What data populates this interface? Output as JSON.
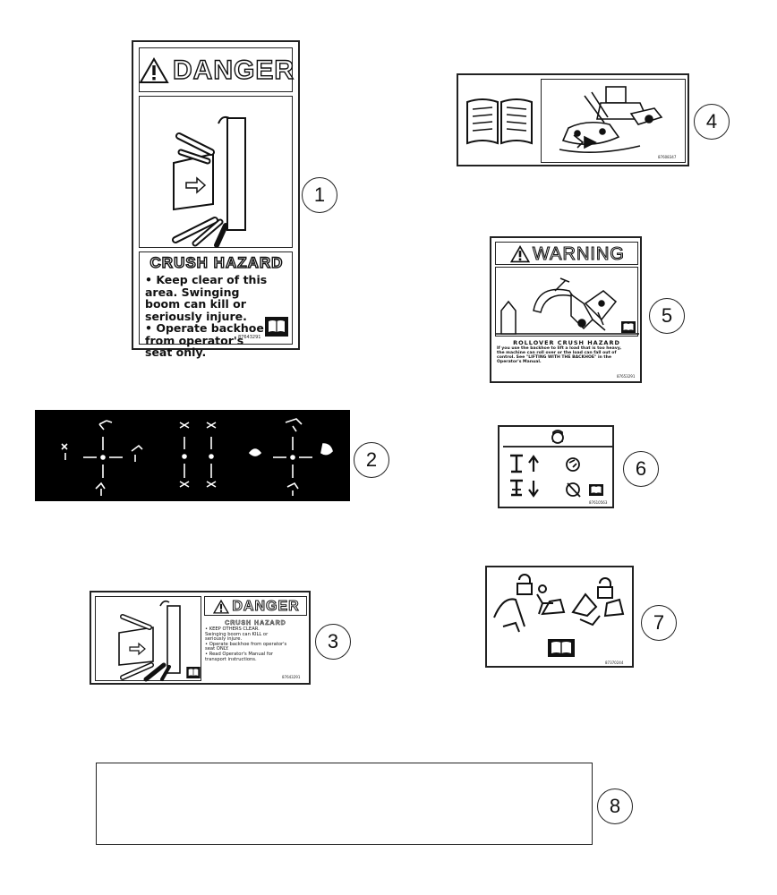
{
  "callouts": [
    "1",
    "2",
    "3",
    "4",
    "5",
    "6",
    "7",
    "8"
  ],
  "decal1": {
    "header": "DANGER",
    "title": "CRUSH HAZARD",
    "lines": [
      "• Keep clear of this",
      "  area. Swinging",
      "  boom can kill or",
      "  seriously injure.",
      "• Operate backhoe",
      "  from operator's",
      "  seat only."
    ],
    "part_no": "87643291"
  },
  "decal3": {
    "header": "DANGER",
    "title": "CRUSH HAZARD",
    "lines": [
      "• KEEP OTHERS CLEAR.",
      "  Swinging boom can KILL or",
      "  seriously injure.",
      "• Operate backhoe from operator's",
      "  seat ONLY.",
      "• Read Operator's Manual for",
      "  transport instructions."
    ],
    "part_no": "87643291"
  },
  "decal4": {
    "part_no": "87608347"
  },
  "decal5": {
    "header": "WARNING",
    "title": "ROLLOVER CRUSH HAZARD",
    "lines": [
      "If you use the backhoe to lift a load that is too heavy,",
      "the machine can roll over or the load can fall out of",
      "control. See \"LIFTING WITH THE BACKHOE\" in the",
      "Operator's Manual."
    ],
    "part_no": "87653291"
  },
  "decal6": {
    "part_no": "87610563"
  },
  "decal7": {
    "part_no": "87370244"
  },
  "decal8": {}
}
